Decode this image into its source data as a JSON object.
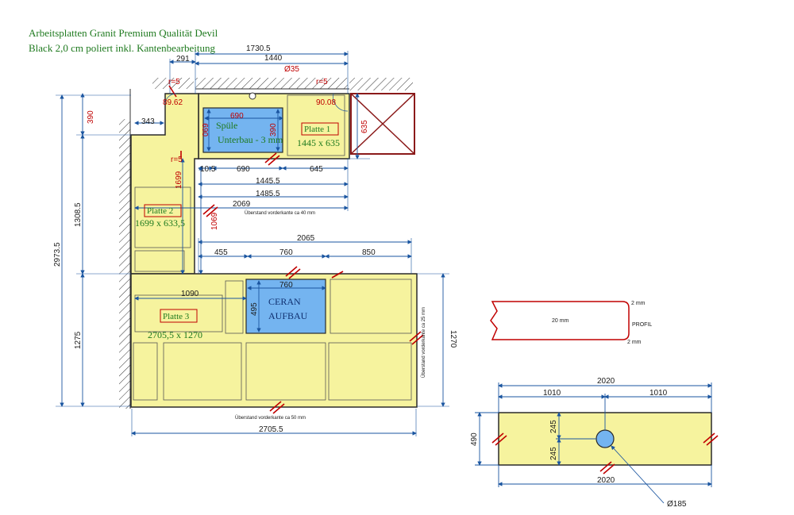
{
  "title": {
    "line1": "Arbeitsplatten Granit Premium Qualität Devil",
    "line2": "Black 2,0 cm poliert inkl. Kantenbearbeitung"
  },
  "plates": {
    "p1_name": "Platte 1",
    "p1_size": "1445 x 635",
    "p2_name": "Platte 2",
    "p2_size": "1699 x 633,5",
    "p3_name": "Platte 3",
    "p3_size": "2705,5 x 1270"
  },
  "cutouts": {
    "sink_line1": "Spüle",
    "sink_line2": "Unterbau - 3 mm",
    "ceran_line1": "CERAN",
    "ceran_line2": "AUFBAU"
  },
  "dims": {
    "d1730": "1730.5",
    "d291": "291",
    "d1440": "1440",
    "d35": "Ø35",
    "r5a": "r=5",
    "r5b": "r=5",
    "r5c": "r=5",
    "a8962": "89.62",
    "a9008": "90.08",
    "d690top": "690",
    "d390": "390",
    "d690l": "069",
    "d635": "635",
    "d343": "343",
    "d390left": "390",
    "d105": "10.5",
    "d690b": "690",
    "d645": "645",
    "d1445": "1445.5",
    "d1485": "1485.5",
    "d2069": "2069",
    "d1699": "1699",
    "d1069": "1069",
    "d2065": "2065",
    "d455": "455",
    "d760a": "760",
    "d850": "850",
    "d760b": "760",
    "d495": "495",
    "d1090": "1090",
    "d13085": "1308.5",
    "d29735": "2973.5",
    "d1275": "1275",
    "d1270": "1270",
    "d27055": "2705.5"
  },
  "notes": {
    "overhang40": "Überstand vorderkante ca 40 mm",
    "overhang50": "Überstand vorderkante ca 50 mm",
    "overhang25": "Überstand vorderkante ca 25 mm"
  },
  "profile": {
    "thickness": "20 mm",
    "top": "2 mm",
    "bottom": "2 mm",
    "label": "PROFIL"
  },
  "detail": {
    "w_top": "2020",
    "half_l": "1010",
    "half_r": "1010",
    "h": "490",
    "h1": "245",
    "h2": "245",
    "w_bottom": "2020",
    "hole": "Ø185"
  },
  "colors": {
    "plate": "#f6f39e",
    "cutout": "#74b4f0",
    "dimension": "#1a55a0",
    "outline": "#2a2a2a",
    "label": "#1f7a1f",
    "redmark": "#c00000"
  }
}
